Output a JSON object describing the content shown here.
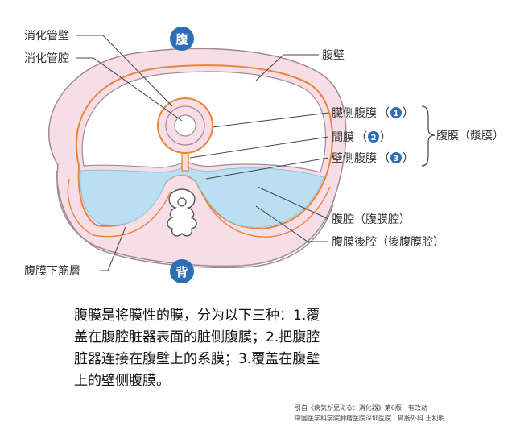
{
  "badges": {
    "front": "腹",
    "back": "背"
  },
  "labels": {
    "digestive_wall": "消化管壁",
    "digestive_lumen": "消化管腔",
    "abdominal_wall": "腹壁",
    "visceral_peritoneum": "臓側腹膜",
    "mesentery": "間膜",
    "parietal_peritoneum": "壁側腹膜",
    "peritoneum": "腹膜（漿膜）",
    "peritoneal_cavity": "腹腔（腹膜腔）",
    "retroperitoneal_space": "腹膜後腔（後腹膜腔）",
    "subperitoneal_fascia": "腹膜下筋層"
  },
  "numbers": {
    "one": "1",
    "two": "2",
    "three": "3"
  },
  "paren": {
    "open": "（",
    "close": "）"
  },
  "description": [
    "腹膜是将膜性的膜，分为以下三种：1.覆",
    "盖在腹腔脏器表面的脏侧腹膜；2.把腹腔",
    "脏器连接在腹壁上的系膜；3.覆盖在腹壁",
    "上的壁侧腹膜。"
  ],
  "credit": [
    "引自《病気が見える：消化器》第6版　有改动",
    "中国医学科学院肿瘤医院深圳医院　胃肠外科 王利明"
  ],
  "colors": {
    "body_pink": "#f6dde6",
    "body_outline": "#a08a93",
    "peritoneum_line": "#e8853b",
    "cavity_blue": "#b9dff1",
    "badge_blue": "#2c6fb4"
  }
}
